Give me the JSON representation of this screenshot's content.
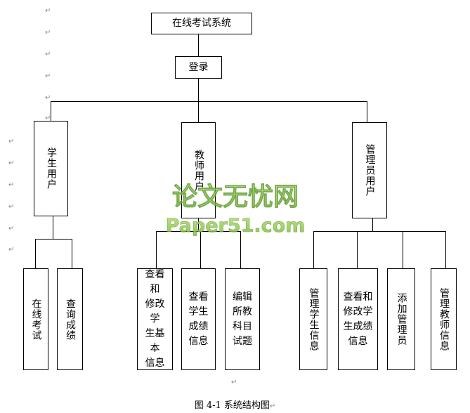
{
  "root": "在线考试系统",
  "login": "登录",
  "roles": {
    "student": "学生用户",
    "teacher": "教师用户",
    "admin": "管理员用户"
  },
  "student_children": [
    "在线考试",
    "查询成绩"
  ],
  "teacher_children": [
    "查看和修改学生基本信息",
    "查看学生成绩信息",
    "编辑所教科目试题"
  ],
  "admin_children": [
    "管理学生信息",
    "查看和修改学生成绩信息",
    "添加管理员",
    "管理教师信息"
  ],
  "caption": "图 4-1 系统结构图",
  "watermark": {
    "line1": "论文无忧网",
    "line2": "Paper51.com"
  },
  "para_mark": "↵"
}
